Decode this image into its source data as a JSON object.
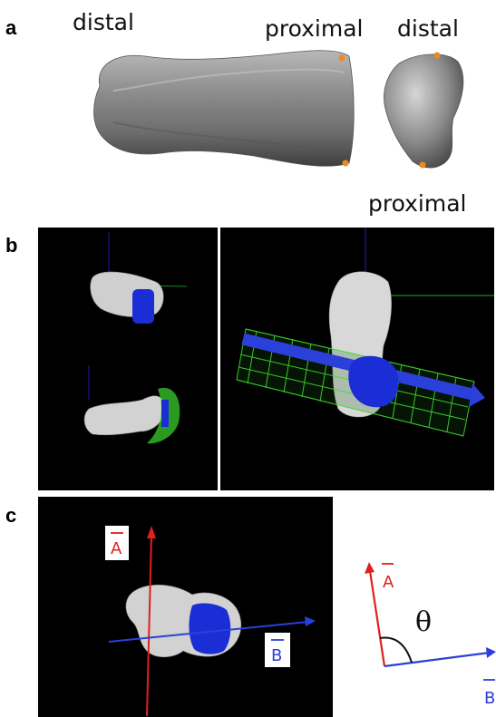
{
  "panel_a": {
    "letter": "a",
    "labels": {
      "distal_left": "distal",
      "proximal_top": "proximal",
      "distal_right": "distal",
      "proximal_bottom": "proximal"
    }
  },
  "panel_b": {
    "letter": "b"
  },
  "panel_c": {
    "letter": "c",
    "vectors": {
      "a": "A",
      "b": "B"
    },
    "angle_symbol": "θ"
  },
  "colors": {
    "vector_a": "#e0201b",
    "vector_b": "#2a40d8",
    "articular_surface": "#1b2ed6",
    "cylinder_mesh": "#3ddc2f",
    "landmark": "#f08a1a"
  }
}
